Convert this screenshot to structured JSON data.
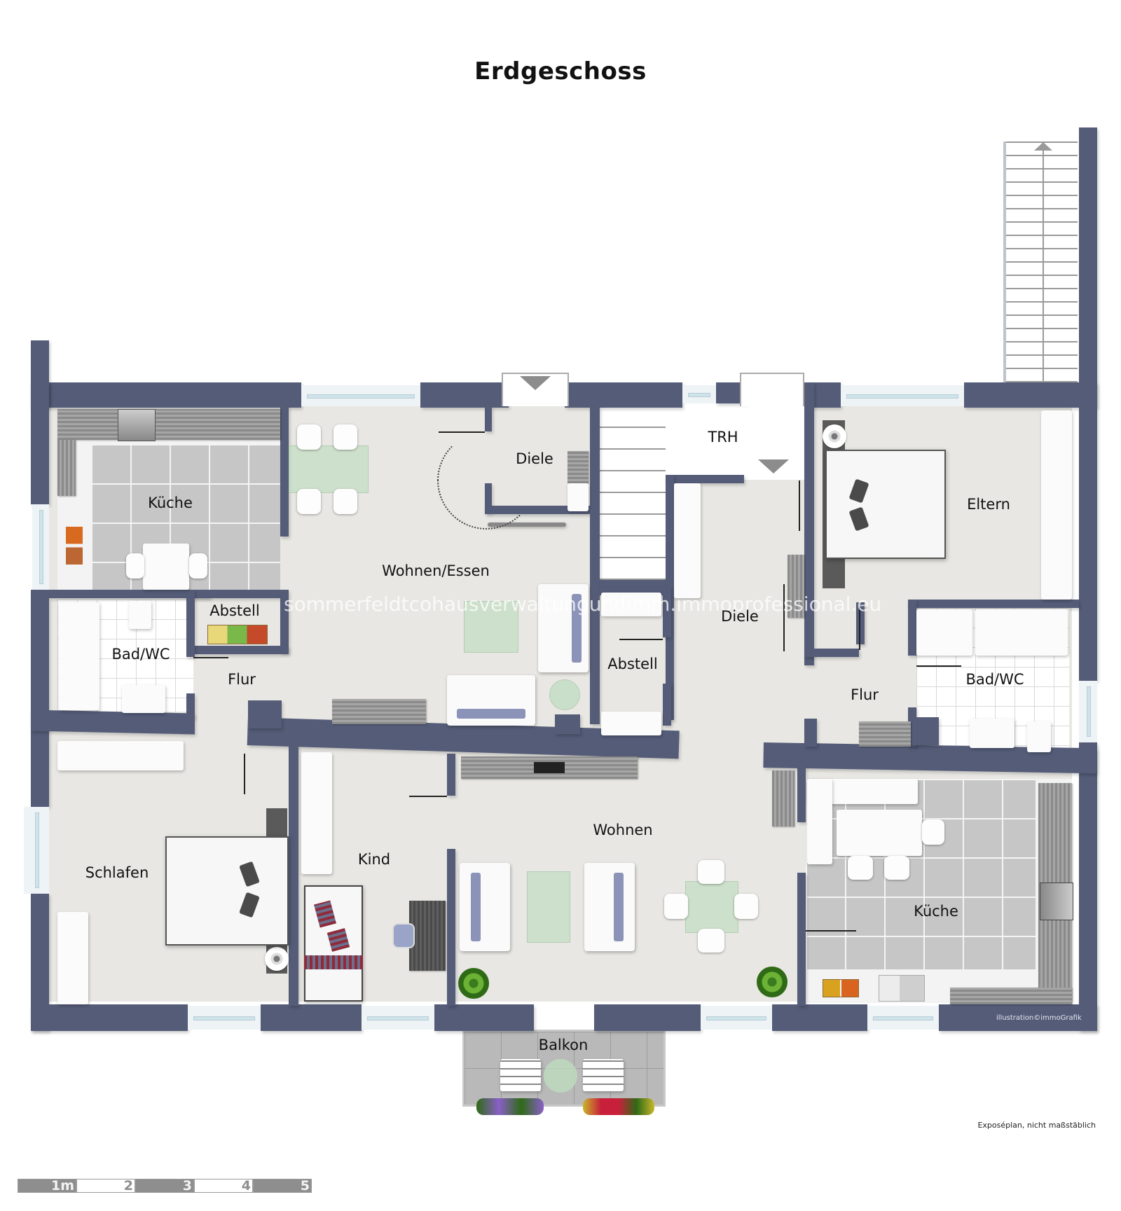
{
  "plan": {
    "title": "Erdgeschoss",
    "watermark": "sommerfeldtcohausverwaltungundimm.immoprofessional.eu",
    "credit": "illustration©immoGrafik",
    "disclaimer": "Exposéplan, nicht maßstäblich",
    "colors": {
      "wall": "#545c78",
      "floor": "#e8e7e3",
      "kitchen_tile": "#c6c6c6",
      "bath_tile": "#ffffff",
      "scalebar": "#8e8e8e"
    }
  },
  "rooms": [
    {
      "id": "kueche-links",
      "label": "Küche"
    },
    {
      "id": "wohnen-essen",
      "label": "Wohnen/Essen"
    },
    {
      "id": "diele-oben",
      "label": "Diele"
    },
    {
      "id": "trh",
      "label": "TRH"
    },
    {
      "id": "eltern",
      "label": "Eltern"
    },
    {
      "id": "abstell-links",
      "label": "Abstell"
    },
    {
      "id": "bad-wc-links",
      "label": "Bad/WC"
    },
    {
      "id": "flur-links",
      "label": "Flur"
    },
    {
      "id": "diele-mitte",
      "label": "Diele"
    },
    {
      "id": "abstell-mitte",
      "label": "Abstell"
    },
    {
      "id": "flur-rechts",
      "label": "Flur"
    },
    {
      "id": "bad-wc-rechts",
      "label": "Bad/WC"
    },
    {
      "id": "schlafen",
      "label": "Schlafen"
    },
    {
      "id": "kind",
      "label": "Kind"
    },
    {
      "id": "wohnen",
      "label": "Wohnen"
    },
    {
      "id": "kueche-rechts",
      "label": "Küche"
    },
    {
      "id": "balkon",
      "label": "Balkon"
    }
  ],
  "scale": {
    "unit": "m",
    "labels": [
      "1m",
      "2",
      "3",
      "4",
      "5"
    ]
  }
}
